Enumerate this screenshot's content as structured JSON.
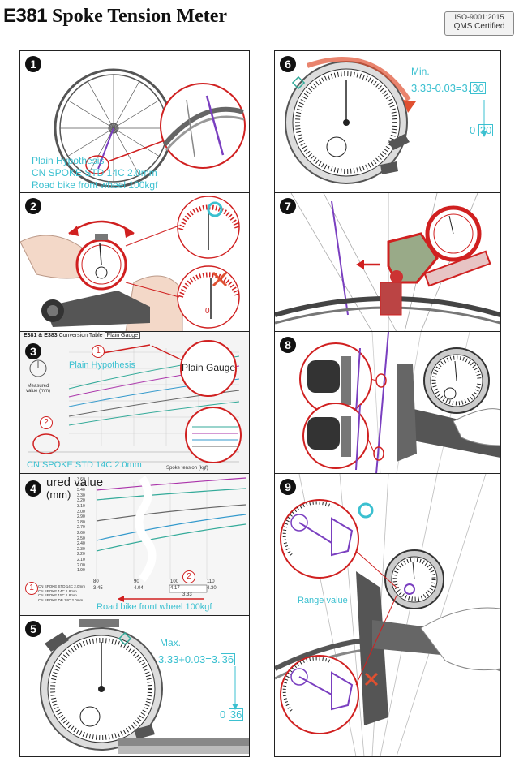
{
  "header": {
    "model": "E381",
    "title": "Spoke Tension Meter",
    "cert_line1": "ISO-9001:2015",
    "cert_line2": "QMS Certified"
  },
  "steps": {
    "s1": {
      "number": "1",
      "line1": "Plain Hypothesis",
      "line2": "CN SPOKE STD 14C 2.0mm",
      "line3": "Road bike front wheel 100kgf"
    },
    "s2": {
      "number": "2"
    },
    "s3": {
      "number": "3",
      "table_title": "E381 & E383",
      "table_subtitle": "Conversion Table",
      "gauge_tab": "Plain Gauge",
      "hypothesis": "Plain Hypothesis",
      "callout": "Plain Gauge",
      "measured_label": "Measured value (mm)",
      "spoke_label": "CN SPOKE STD 14C 2.0mm",
      "marker1": "1",
      "marker2": "2",
      "x_axis": "Spoke tension (kgf)"
    },
    "s4": {
      "number": "4",
      "measured_label": "ured value",
      "unit": "(mm)",
      "y_ticks": [
        "3.60",
        "3.50",
        "3.40",
        "3.30",
        "3.20",
        "3.10",
        "3.00",
        "2.90",
        "2.80",
        "2.70",
        "2.60",
        "2.50",
        "2.40",
        "2.30",
        "2.20",
        "2.10",
        "2.00",
        "1.90"
      ],
      "x_ticks": [
        "80",
        "90",
        "100",
        "110"
      ],
      "row_values": [
        "3.45",
        "4.04",
        "4.17",
        "4.30"
      ],
      "row_highlight": "3.33",
      "legend": [
        "CN SPOKE STD 14C 2.0mm",
        "CN SPOKE 14C 1.8mm",
        "CN SPOKE 15C 1.8mm",
        "CN SPOKE DB 14C 2.0mm"
      ],
      "marker1": "1",
      "marker2": "2",
      "caption": "Road bike front wheel 100kgf"
    },
    "s5": {
      "number": "5",
      "label": "Max.",
      "formula": "3.33+0.03=3.",
      "boxed": "36",
      "result_prefix": "0",
      "result_boxed": "36"
    },
    "s6": {
      "number": "6",
      "label": "Min.",
      "formula": "3.33-0.03=3.",
      "boxed": "30",
      "result_prefix": "0",
      "result_boxed": "30"
    },
    "s7": {
      "number": "7"
    },
    "s8": {
      "number": "8"
    },
    "s9": {
      "number": "9",
      "label": "Range value"
    }
  },
  "colors": {
    "accent": "#3bc0d0",
    "alert": "#d02020",
    "spoke": "#7a3fc0"
  }
}
